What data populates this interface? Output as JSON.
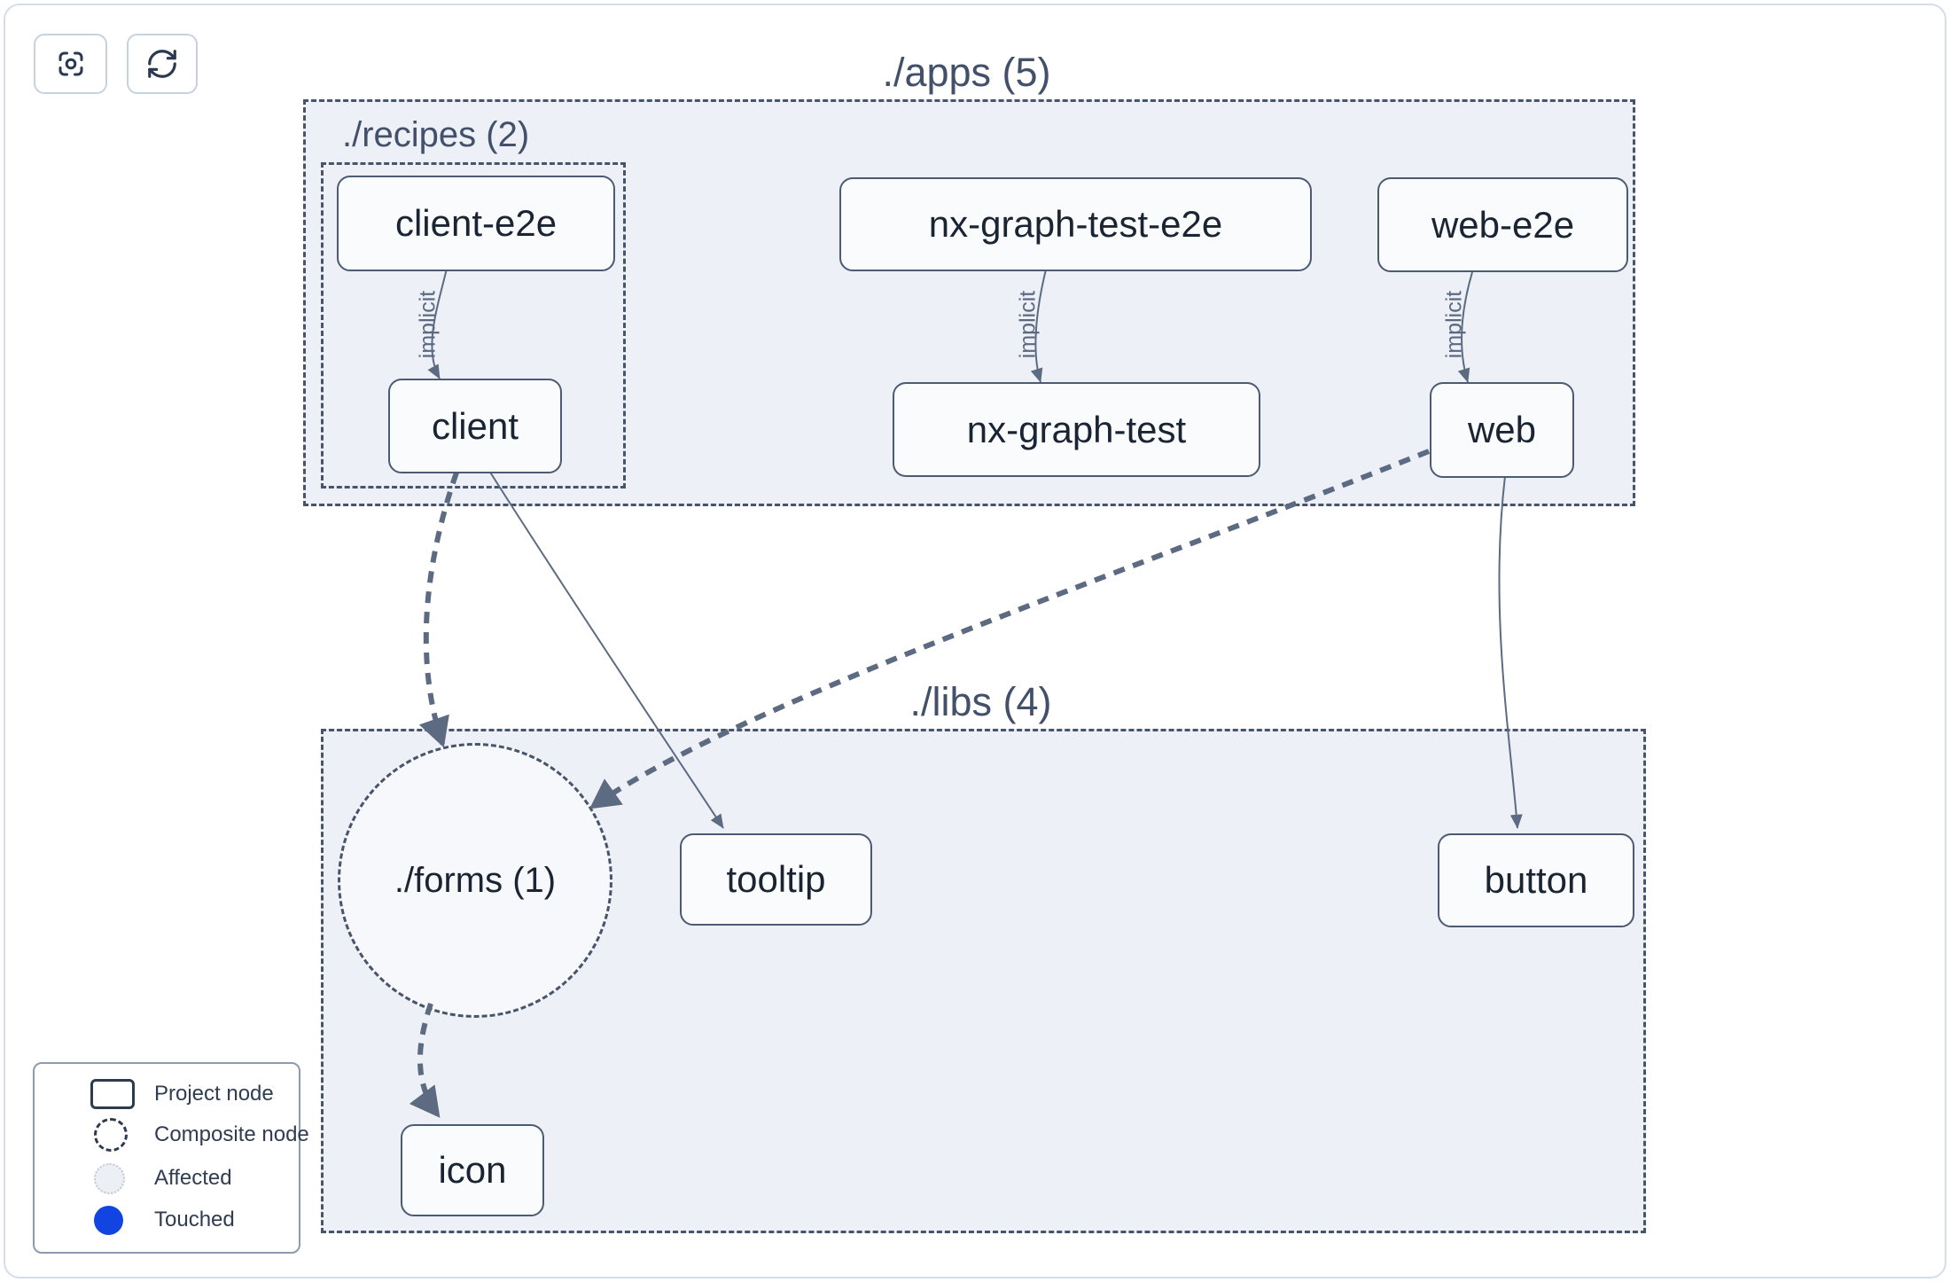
{
  "toolbar": {
    "focus_icon": "crosshair-focus",
    "refresh_icon": "refresh-cycle"
  },
  "groups": {
    "apps": {
      "label": "./apps (5)"
    },
    "recipes": {
      "label": "./recipes (2)"
    },
    "libs": {
      "label": "./libs (4)"
    },
    "forms": {
      "label": "./forms (1)"
    }
  },
  "nodes": {
    "client_e2e": {
      "label": "client-e2e"
    },
    "client": {
      "label": "client"
    },
    "nx_graph_test_e2e": {
      "label": "nx-graph-test-e2e"
    },
    "nx_graph_test": {
      "label": "nx-graph-test"
    },
    "web_e2e": {
      "label": "web-e2e"
    },
    "web": {
      "label": "web"
    },
    "tooltip": {
      "label": "tooltip"
    },
    "button": {
      "label": "button"
    },
    "icon": {
      "label": "icon"
    }
  },
  "edges": [
    {
      "from": "client-e2e",
      "to": "client",
      "label": "implicit",
      "style": "thin-curve"
    },
    {
      "from": "nx-graph-test-e2e",
      "to": "nx-graph-test",
      "label": "implicit",
      "style": "thin-curve"
    },
    {
      "from": "web-e2e",
      "to": "web",
      "label": "implicit",
      "style": "thin-curve"
    },
    {
      "from": "client",
      "to": "./forms",
      "label": "",
      "style": "thick-dashed"
    },
    {
      "from": "client",
      "to": "tooltip",
      "label": "",
      "style": "thin-curve"
    },
    {
      "from": "web",
      "to": "./forms",
      "label": "",
      "style": "thick-dashed"
    },
    {
      "from": "web",
      "to": "button",
      "label": "",
      "style": "thin-curve"
    },
    {
      "from": "./forms",
      "to": "icon",
      "label": "",
      "style": "thick-dashed"
    }
  ],
  "legend": {
    "items": [
      {
        "icon": "project-node-rect",
        "label": "Project node"
      },
      {
        "icon": "composite-node-circle",
        "label": "Composite node"
      },
      {
        "icon": "affected-circle",
        "label": "Affected"
      },
      {
        "icon": "touched-circle",
        "label": "Touched"
      }
    ]
  },
  "colors": {
    "container_fill": "#edf0f6",
    "node_fill": "#fafbfd",
    "border_slate": "#47546b",
    "edge": "#5c6b81",
    "text_dark": "#1a2433",
    "touched_blue": "#1144e0",
    "frame_border": "#d5dde9"
  }
}
